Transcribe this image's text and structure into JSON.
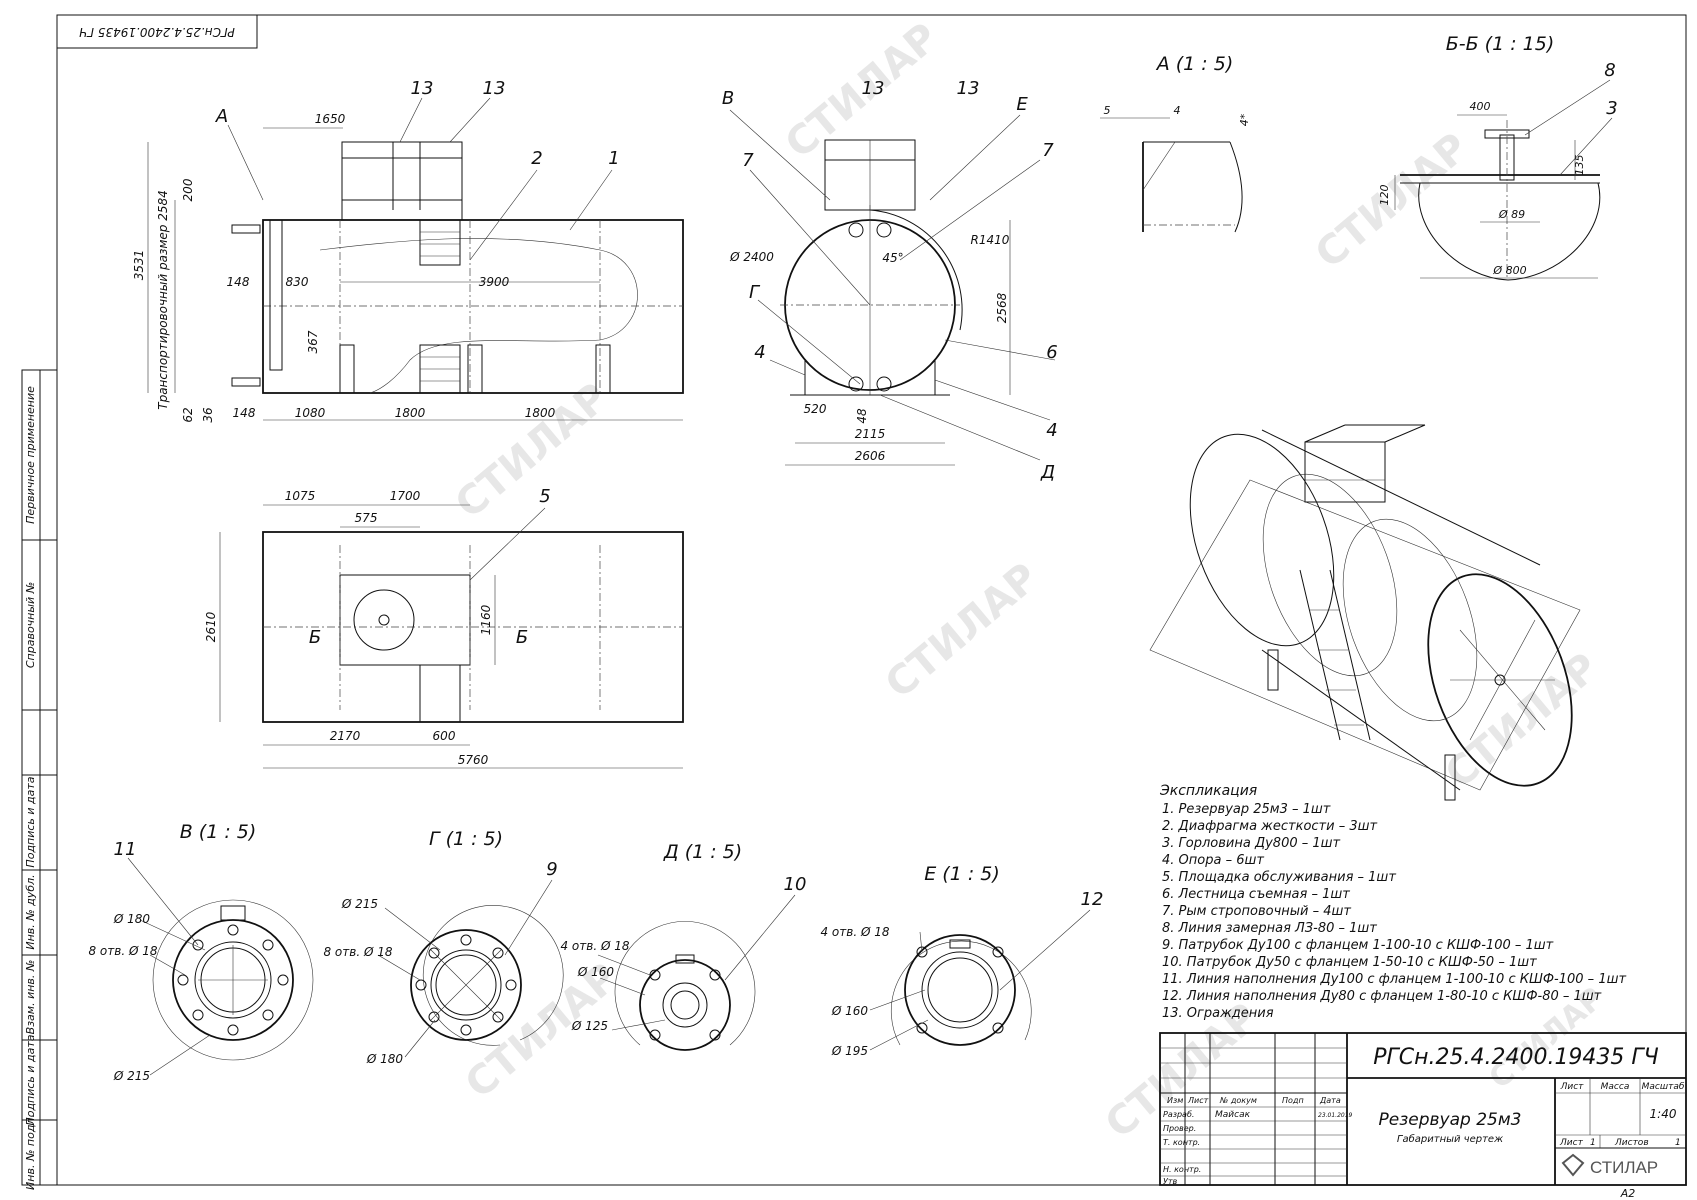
{
  "doc_code": "РГСн.25.4.2400.19435 ГЧ",
  "doc_code_corner": "РГСн.25.4.2400.19435 ГЧ",
  "watermark": "СТИЛАР",
  "side_stamp": [
    "Первичное применение",
    "Справочный №",
    "Подпись и дата",
    "Инв. № дубл.",
    "Взам. инв. №",
    "Подпись и дата",
    "Инв. № подл."
  ],
  "views": {
    "front": {
      "dims": [
        "1650",
        "3531",
        "Транспортировочный размер 2584",
        "200",
        "148",
        "830",
        "3900",
        "367",
        "62",
        "36",
        "148",
        "1080",
        "1800",
        "1800"
      ],
      "callouts": [
        "А",
        "13",
        "13",
        "2",
        "1"
      ]
    },
    "side": {
      "dims": [
        "Ø 2400",
        "R1410",
        "45°",
        "2568",
        "520",
        "48",
        "2115",
        "2606"
      ],
      "callouts": [
        "В",
        "13",
        "13",
        "Е",
        "7",
        "7",
        "Г",
        "4",
        "6",
        "4",
        "Д"
      ]
    },
    "top": {
      "dims": [
        "1075",
        "1700",
        "575",
        "2610",
        "1160",
        "2170",
        "600",
        "5760"
      ],
      "callouts": [
        "5"
      ],
      "section_marks": [
        "Б",
        "Б"
      ]
    },
    "detail_a": {
      "title": "А (1 : 5)",
      "dims": [
        "5",
        "4",
        "4*"
      ]
    },
    "detail_bb": {
      "title": "Б-Б (1 : 15)",
      "dims": [
        "400",
        "135",
        "120",
        "Ø 89",
        "Ø 800"
      ],
      "callouts": [
        "8",
        "3"
      ]
    },
    "detail_v": {
      "title": "В (1 : 5)",
      "callout": "11",
      "dims": [
        "Ø 180",
        "8 отв. Ø 18",
        "Ø 215"
      ]
    },
    "detail_g": {
      "title": "Г (1 : 5)",
      "callout": "9",
      "dims": [
        "Ø 215",
        "8 отв. Ø 18",
        "Ø 180"
      ]
    },
    "detail_d": {
      "title": "Д (1 : 5)",
      "callout": "10",
      "dims": [
        "4 отв. Ø 18",
        "Ø 160",
        "Ø 125"
      ]
    },
    "detail_e": {
      "title": "Е (1 : 5)",
      "callout": "12",
      "dims": [
        "4 отв. Ø 18",
        "Ø 160",
        "Ø 195"
      ]
    }
  },
  "explication": {
    "title": "Экспликация",
    "items": [
      "1.  Резервуар 25м3 – 1шт",
      "2.  Диафрагма жесткости – 3шт",
      "3.  Горловина Ду800 – 1шт",
      "4.  Опора – 6шт",
      "5.  Площадка обслуживания – 1шт",
      "6.  Лестница съемная – 1шт",
      "7.  Рым строповочный – 4шт",
      "8.  Линия замерная ЛЗ-80 – 1шт",
      "9.  Патрубок Ду100 с фланцем 1-100-10 с КШФ-100 – 1шт",
      "10.  Патрубок Ду50 с фланцем 1-50-10 с КШФ-50 – 1шт",
      "11.  Линия наполнения Ду100 с фланцем 1-100-10 с КШФ-100 – 1шт",
      "12.  Линия наполнения Ду80 с фланцем 1-80-10 с КШФ-80 – 1шт",
      "13.  Ограждения"
    ]
  },
  "title_block": {
    "designation": "РГСн.25.4.2400.19435 ГЧ",
    "name": "Резервуар 25м3",
    "subname": "Габаритный чертеж",
    "headers": [
      "Изм",
      "Лист",
      "№ докум",
      "Подп",
      "Дата"
    ],
    "rows": [
      "Разраб.",
      "Провер.",
      "Т. контр.",
      "",
      "Н. контр.",
      "Утв"
    ],
    "developer": "Майсак",
    "date": "23.01.2019",
    "col_list": "Лист",
    "col_mass": "Масса",
    "col_scale": "Масштаб",
    "scale": "1:40",
    "sheet_label": "Лист",
    "sheet_value": "1",
    "sheets_label": "Листов",
    "sheets_value": "1",
    "company": "СТИЛАР",
    "format": "А2"
  }
}
